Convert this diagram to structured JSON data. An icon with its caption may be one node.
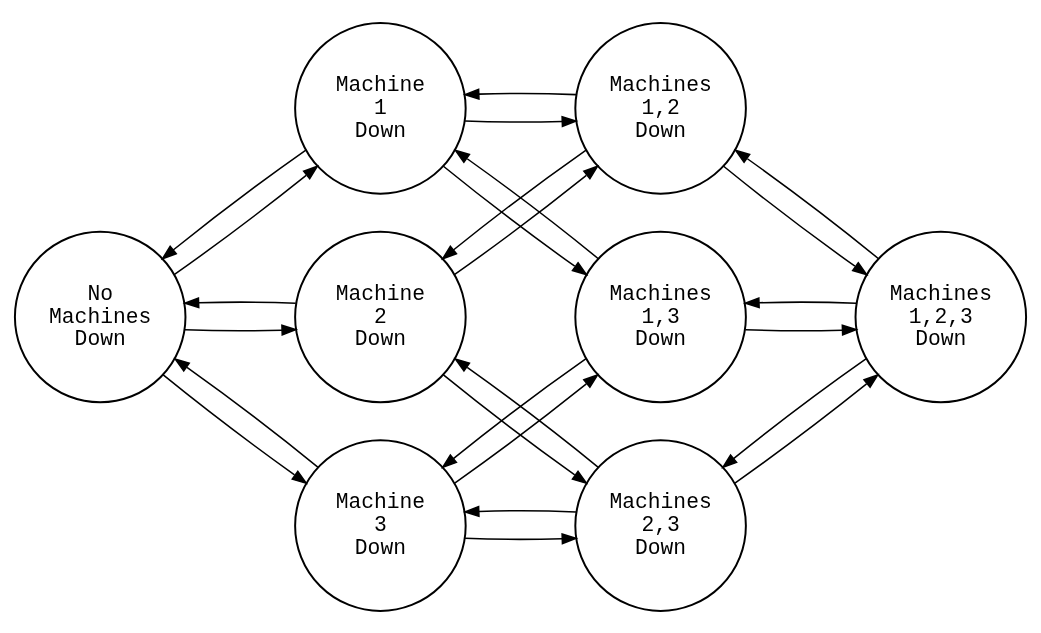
{
  "diagram": {
    "nodes": [
      {
        "text": [
          "No Machines Down"
        ]
      },
      {
        "text": [
          "Machine 1 Down"
        ]
      },
      {
        "text": [
          "Machines 1,2 Down"
        ]
      },
      {
        "text": [
          "Machines 1,2,3 Down"
        ]
      },
      {
        "text": [
          "Machine 2 Down"
        ]
      },
      {
        "text": [
          "Machines 1,3 Down"
        ]
      },
      {
        "text": [
          "Machine 3 Down"
        ]
      },
      {
        "text": [
          "Machines 2,3 Down"
        ]
      }
    ],
    "edges": [
      {
        "from": 0,
        "to": 1,
        "arrow": "to"
      },
      {
        "from": 1,
        "to": 0,
        "arrow": "to"
      },
      {
        "from": 1,
        "to": 2,
        "arrow": "to"
      },
      {
        "from": 2,
        "to": 1,
        "arrow": "to"
      },
      {
        "from": 2,
        "to": 3,
        "arrow": "to"
      },
      {
        "from": 3,
        "to": 2,
        "arrow": "to"
      },
      {
        "from": 0,
        "to": 4,
        "arrow": "to"
      },
      {
        "from": 4,
        "to": 0,
        "arrow": "to"
      },
      {
        "from": 0,
        "to": 6,
        "arrow": "to"
      },
      {
        "from": 6,
        "to": 0,
        "arrow": "to"
      },
      {
        "from": 1,
        "to": 5,
        "arrow": "to"
      },
      {
        "from": 5,
        "to": 1,
        "arrow": "to"
      },
      {
        "from": 4,
        "to": 2,
        "arrow": "to"
      },
      {
        "from": 2,
        "to": 4,
        "arrow": "to"
      },
      {
        "from": 5,
        "to": 3,
        "arrow": "to"
      },
      {
        "from": 3,
        "to": 5,
        "arrow": "to"
      },
      {
        "from": 4,
        "to": 7,
        "arrow": "to"
      },
      {
        "from": 7,
        "to": 4,
        "arrow": "to"
      },
      {
        "from": 6,
        "to": 5,
        "arrow": "to"
      },
      {
        "from": 5,
        "to": 6,
        "arrow": "to"
      },
      {
        "from": 6,
        "to": 7,
        "arrow": "to"
      },
      {
        "from": 7,
        "to": 6,
        "arrow": "to"
      },
      {
        "from": 7,
        "to": 3,
        "arrow": "to"
      },
      {
        "from": 3,
        "to": 7,
        "arrow": "to"
      }
    ]
  }
}
